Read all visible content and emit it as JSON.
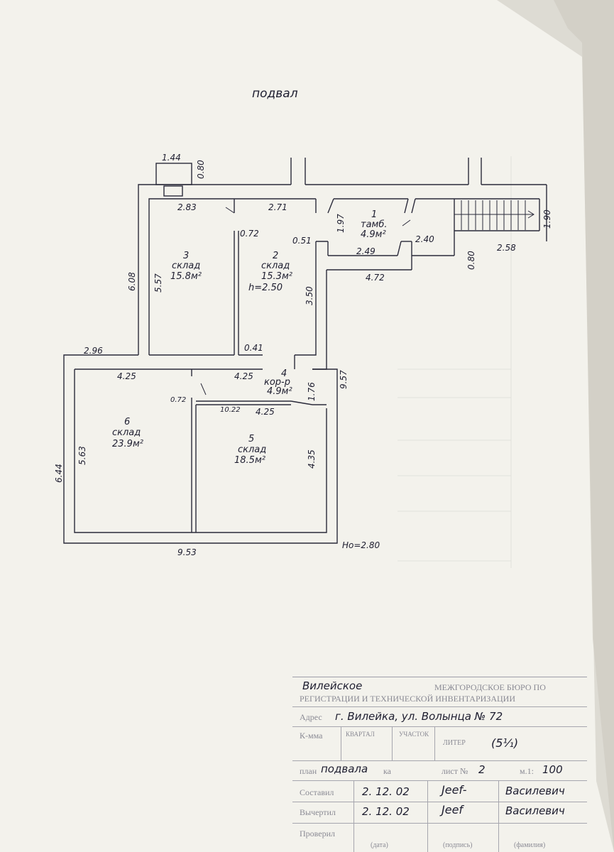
{
  "plan": {
    "title": "подвал",
    "height_main": "Hо=2.80",
    "rooms": [
      {
        "num": "1",
        "name": "тамб.",
        "area": "4.9м²"
      },
      {
        "num": "2",
        "name": "склад",
        "area": "15.3м²",
        "height": "h=2.50"
      },
      {
        "num": "3",
        "name": "склад",
        "area": "15.8м²"
      },
      {
        "num": "4",
        "name": "кор-р",
        "area": "4.9м²"
      },
      {
        "num": "5",
        "name": "склад",
        "area": "18.5м²"
      },
      {
        "num": "6",
        "name": "склад",
        "area": "23.9м²"
      }
    ],
    "dims": {
      "d_144": "1.44",
      "d_080a": "0.80",
      "d_283": "2.83",
      "d_271": "2.71",
      "d_197": "1.97",
      "d_072a": "0.72",
      "d_051": "0.51",
      "d_249": "2.49",
      "d_240": "2.40",
      "d_190": "1.90",
      "d_258": "2.58",
      "d_080b": "0.80",
      "d_472": "4.72",
      "d_608": "6.08",
      "d_557": "5.57",
      "d_350": "3.50",
      "d_957": "9.57",
      "d_296": "2.96",
      "d_041": "0.41",
      "d_425a": "4.25",
      "d_425b": "4.25",
      "d_176": "1.76",
      "d_072b": "0.72",
      "d_022": "10.22",
      "d_425c": "4.25",
      "d_563": "5.63",
      "d_644": "6.44",
      "d_435": "4.35",
      "d_953": "9.53"
    }
  },
  "stamp": {
    "org_hand": "Вилейское",
    "org_print_1": "МЕЖГОРОДСКОЕ БЮРО ПО",
    "org_print_2": "РЕГИСТРАЦИИ И ТЕХНИЧЕСКОЙ ИНВЕНТАРИЗАЦИИ",
    "address_label": "Адрес",
    "address_value": "г. Вилейка, ул. Волынца № 72",
    "kvartal_label": "К-мма",
    "kvartal_col": "КВАРТАЛ",
    "uchastok_col": "УЧАСТОК",
    "liter_label": "ЛИТЕР",
    "liter_value": "(5¹⁄₁)",
    "plan_label": "план",
    "plan_value": "подвала",
    "plan_suffix": "ка",
    "sheet_label": "лист №",
    "sheet_value": "2",
    "scale_label": "м.1:",
    "scale_value": "100",
    "composed_label": "Составил",
    "composed_date": "2. 12. 02",
    "composed_sign": "Jeef-",
    "composed_name": "Василевич",
    "checked_label": "Вычертил",
    "checked_date": "2. 12. 02",
    "checked_sign": "Jeef",
    "checked_name": "Василевич",
    "verified_label": "Проверил",
    "foot_1": "(дата)",
    "foot_2": "(подпись)",
    "foot_3": "(фамилия)"
  }
}
